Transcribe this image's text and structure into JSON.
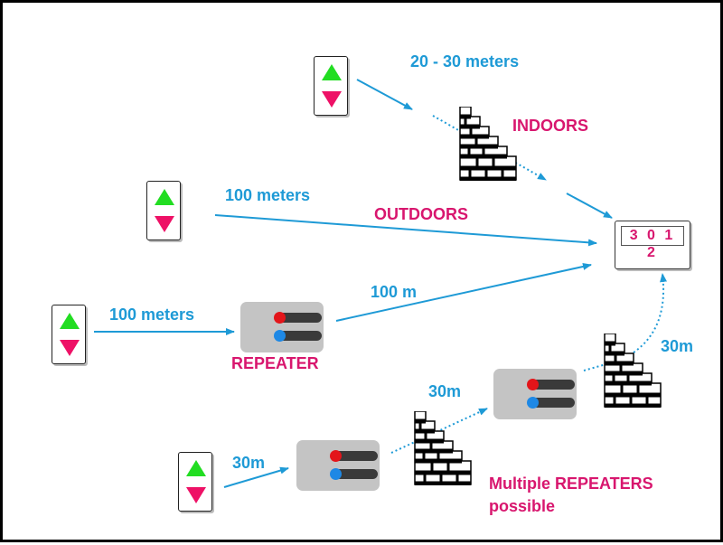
{
  "labels": {
    "indoor_distance": "20 - 30 meters",
    "indoors": "INDOORS",
    "outdoor_distance": "100 meters",
    "outdoors": "OUTDOORS",
    "repeater_in_distance": "100 meters",
    "repeater_out_distance": "100 m",
    "repeater": "REPEATER",
    "chain_first_hop": "30m",
    "chain_second_hop": "30m",
    "chain_third_hop": "30m",
    "multiple_repeaters_line1": "Multiple REPEATERS",
    "multiple_repeaters_line2": "possible"
  },
  "receiver": {
    "display_value": "3 0 1 2"
  },
  "icons": {
    "transmitter": "remote-control-up-down-icon",
    "repeater": "repeater-icon",
    "wall": "brick-wall-icon",
    "receiver": "receiver-display-icon"
  },
  "colors": {
    "arrow": "#1e9ad6",
    "distance_text": "#1e9ad6",
    "heading_text": "#d8166e",
    "up_button": "#22dd22",
    "down_button": "#ee1166",
    "repeater_body": "#c4c4c4",
    "led_red": "#e3151a",
    "led_blue": "#1e88e5"
  }
}
